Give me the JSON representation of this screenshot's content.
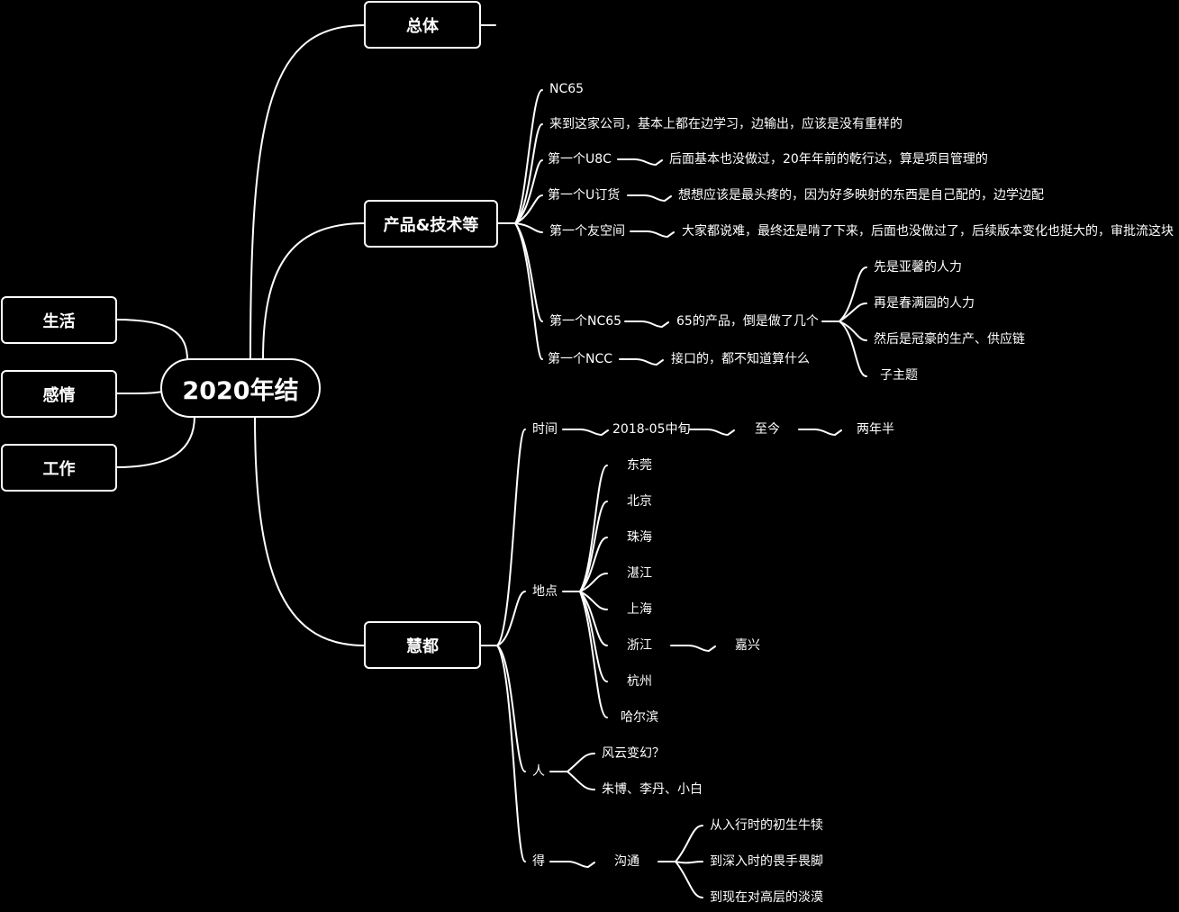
{
  "root": "2020年结",
  "left": {
    "life": "生活",
    "emotion": "感情",
    "work": "工作"
  },
  "overall": {
    "label": "总体"
  },
  "product": {
    "label": "产品&技术等",
    "nc65": "NC65",
    "intro": "来到这家公司，基本上都在边学习，边输出，应该是没有重样的",
    "u8c": "第一个U8C",
    "u8c_note": "后面基本也没做过，20年年前的乾行达，算是项目管理的",
    "uorder": "第一个U订货",
    "uorder_note": "想想应该是最头疼的，因为好多映射的东西是自己配的，边学边配",
    "yonspace": "第一个友空间",
    "yonspace_note": "大家都说难，最终还是啃了下来，后面也没做过了，后续版本变化也挺大的，审批流这块",
    "first_nc65": "第一个NC65",
    "first_nc65_note": "65的产品，倒是做了几个",
    "nc65_items": [
      "先是亚馨的人力",
      "再是春满园的人力",
      "然后是冠豪的生产、供应链",
      "子主题"
    ],
    "ncc": "第一个NCC",
    "ncc_note": "接口的，都不知道算什么"
  },
  "huidu": {
    "label": "慧都",
    "time": "时间",
    "time_start": "2018-05中旬",
    "time_now": "至今",
    "time_span": "两年半",
    "place": "地点",
    "places": [
      "东莞",
      "北京",
      "珠海",
      "湛江",
      "上海",
      "浙江",
      "杭州",
      "哈尔滨"
    ],
    "zhejiang_sub": "嘉兴",
    "people": "人",
    "people_items": [
      "风云变幻？",
      "朱博、李丹、小白"
    ],
    "gain": "得",
    "communicate": "沟通",
    "communicate_items": [
      "从入行时的初生牛犊",
      "到深入时的畏手畏脚",
      "到现在对高层的淡漠"
    ]
  }
}
